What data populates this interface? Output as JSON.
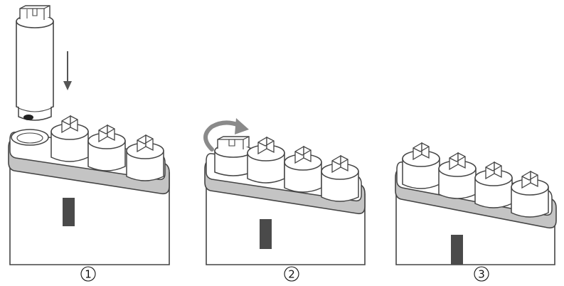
{
  "steps": [
    {
      "number": "1"
    },
    {
      "number": "2"
    },
    {
      "number": "3"
    }
  ],
  "colors": {
    "outline": "#444444",
    "body_fill": "#ffffff",
    "rim_fill": "#c4c4c4",
    "marker_fill": "#4a4a4a",
    "arrow": "#555555",
    "rotate_arrow": "#8a8a8a",
    "background": "#ffffff"
  },
  "icons": {
    "insert_direction": "arrow-down-icon",
    "rotate_direction": "rotate-clockwise-icon"
  }
}
